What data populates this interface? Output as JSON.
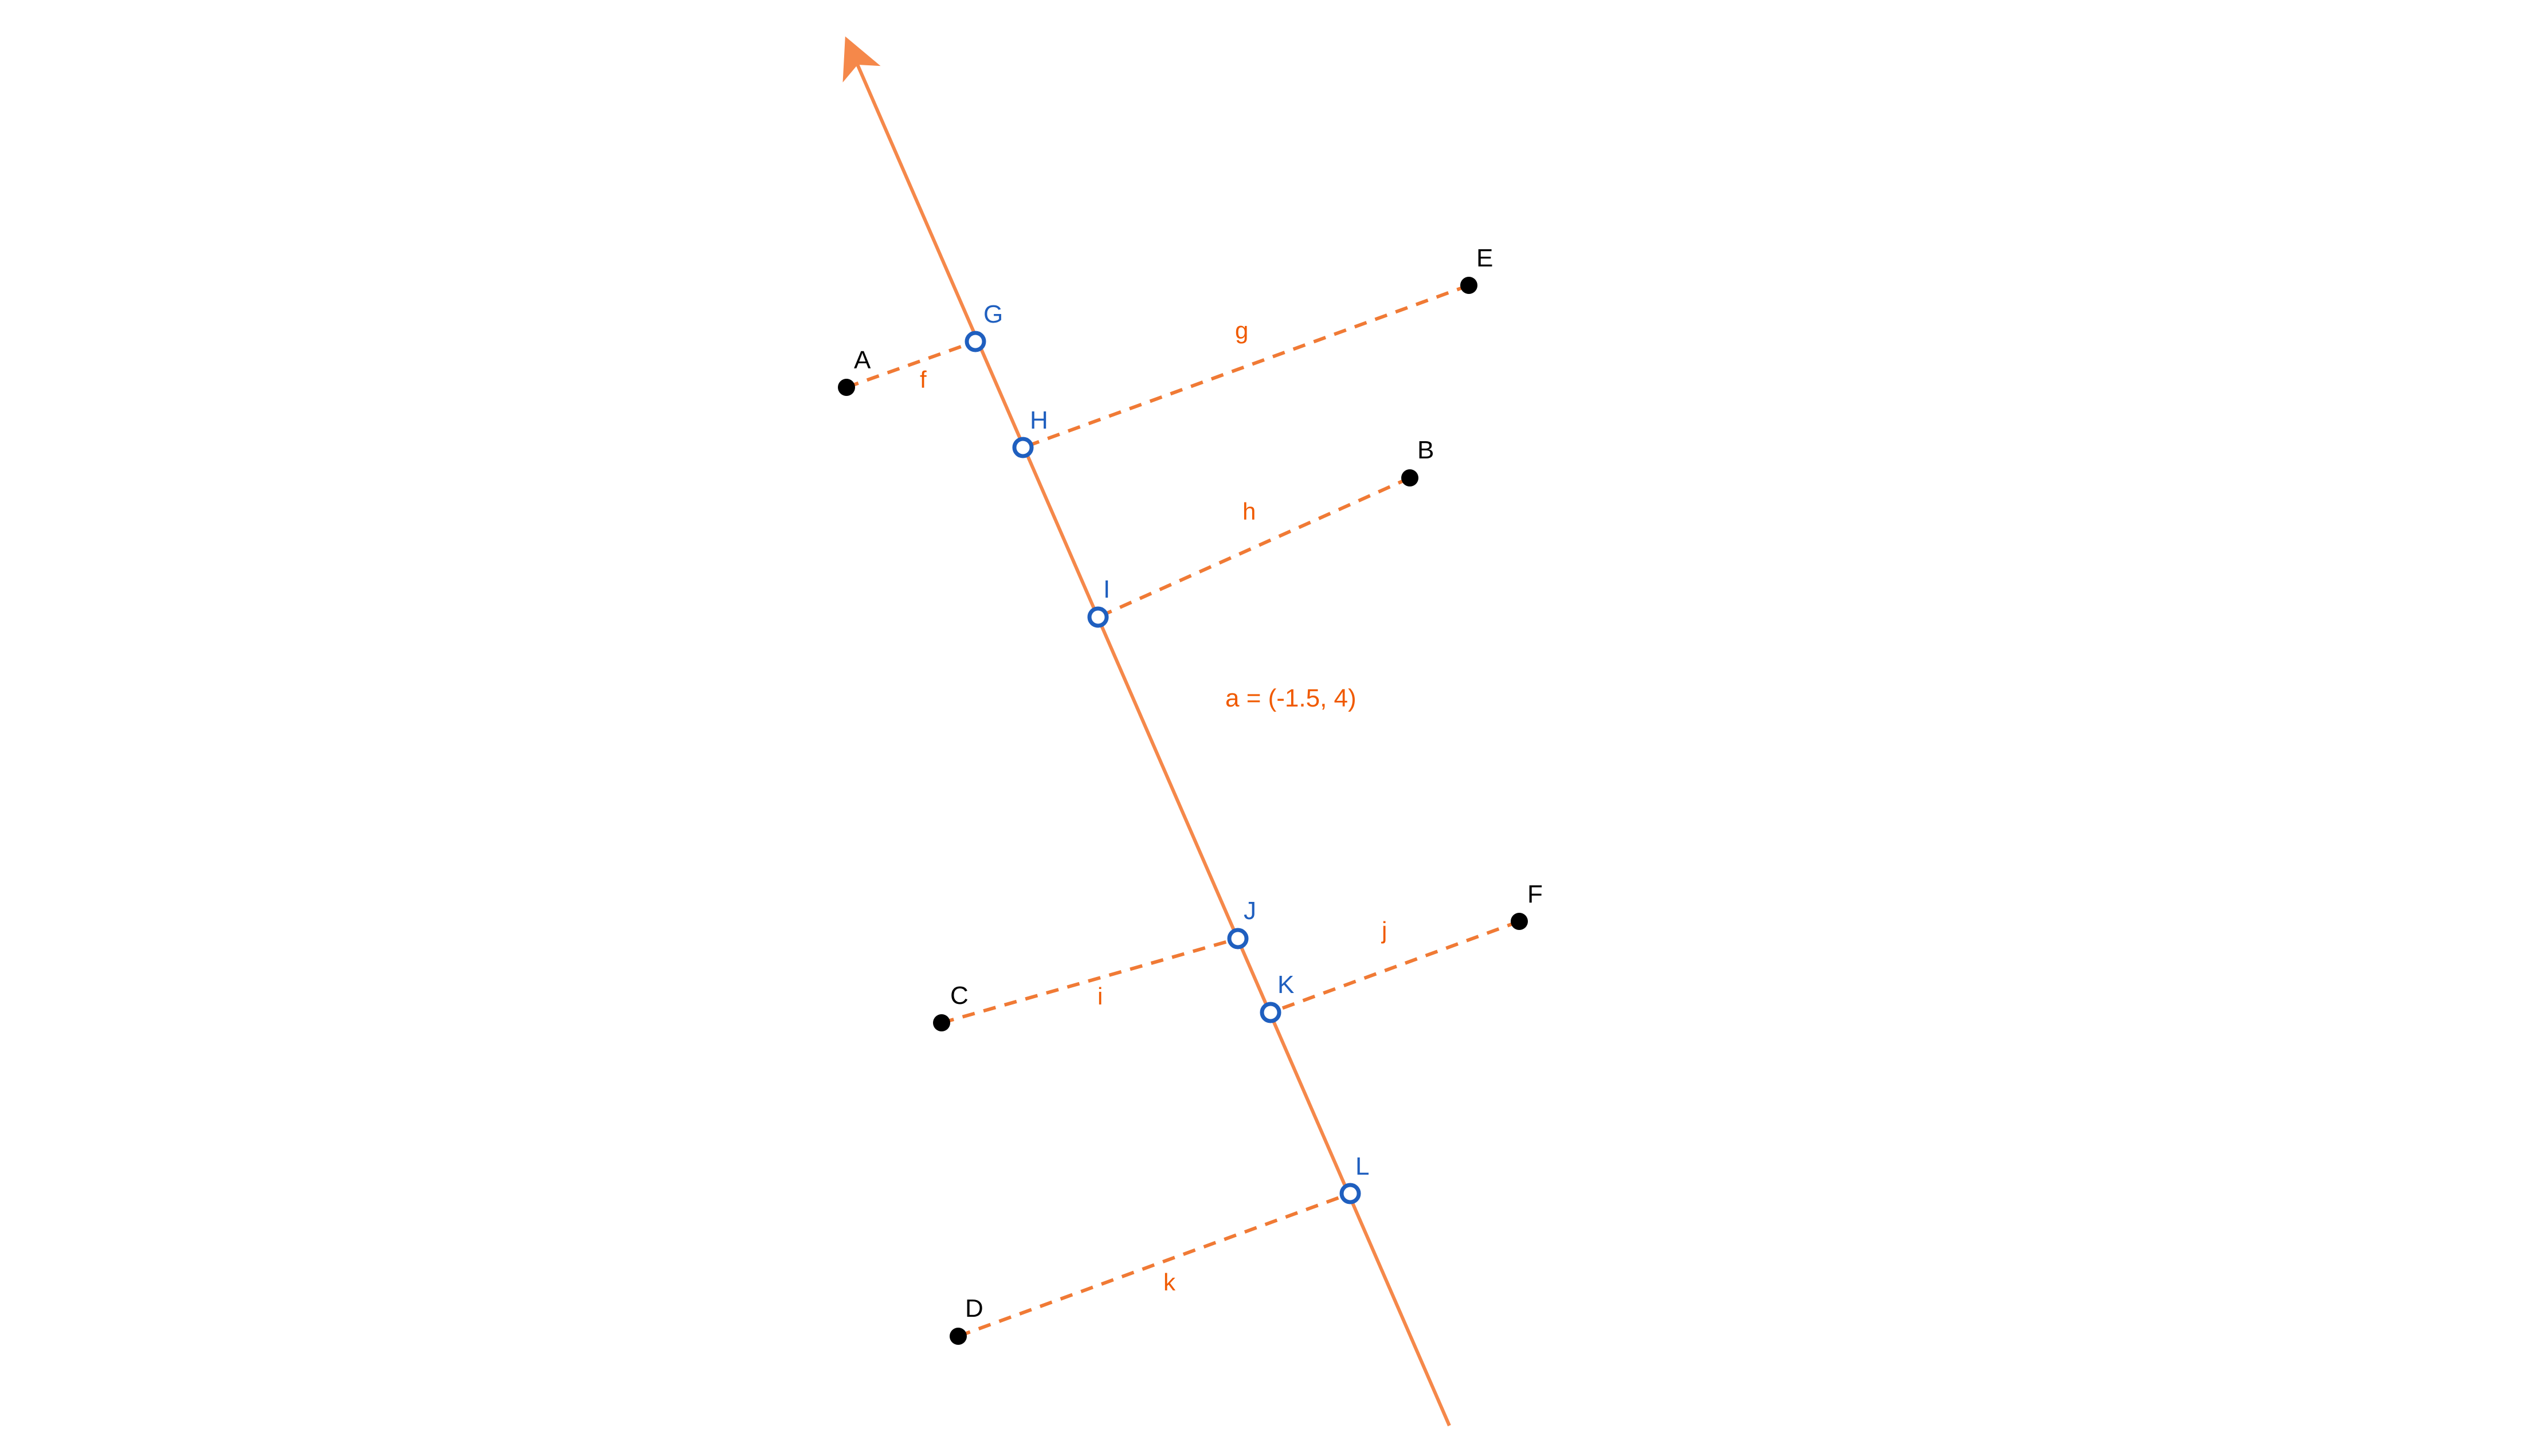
{
  "colors": {
    "line": "#f5884a",
    "projection": "#f07a35",
    "label_orange": "#f05a00",
    "foot_point": "#1f5fbf",
    "point": "#000000",
    "background": "#ffffff"
  },
  "vector_label": "a = (-1.5, 4)",
  "direction_line": {
    "name": "direction-line",
    "has_arrow": true
  },
  "points": [
    {
      "id": "A",
      "label": "A"
    },
    {
      "id": "B",
      "label": "B"
    },
    {
      "id": "C",
      "label": "C"
    },
    {
      "id": "D",
      "label": "D"
    },
    {
      "id": "E",
      "label": "E"
    },
    {
      "id": "F",
      "label": "F"
    }
  ],
  "projection_points": [
    {
      "id": "G",
      "label": "G",
      "of": "A"
    },
    {
      "id": "H",
      "label": "H",
      "of": "E"
    },
    {
      "id": "I",
      "label": "I",
      "of": "B"
    },
    {
      "id": "J",
      "label": "J",
      "of": "C"
    },
    {
      "id": "K",
      "label": "K",
      "of": "F"
    },
    {
      "id": "L",
      "label": "L",
      "of": "D"
    }
  ],
  "segments": [
    {
      "id": "f",
      "label": "f",
      "from": "A",
      "to": "G"
    },
    {
      "id": "g",
      "label": "g",
      "from": "E",
      "to": "H"
    },
    {
      "id": "h",
      "label": "h",
      "from": "B",
      "to": "I"
    },
    {
      "id": "i",
      "label": "i",
      "from": "C",
      "to": "J"
    },
    {
      "id": "j",
      "label": "j",
      "from": "F",
      "to": "K"
    },
    {
      "id": "k",
      "label": "k",
      "from": "D",
      "to": "L"
    }
  ]
}
